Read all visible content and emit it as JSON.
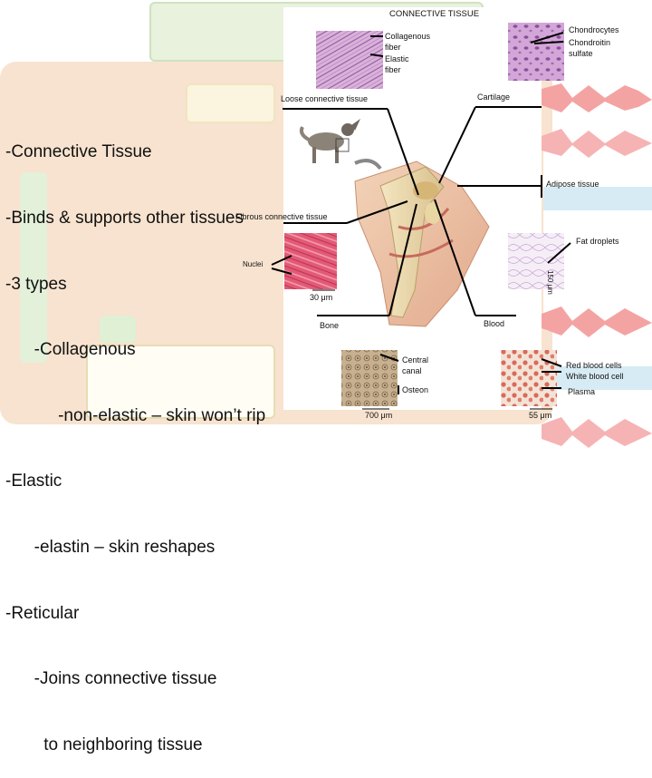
{
  "slide": {
    "bullets": [
      "-Connective Tissue",
      "-Binds & supports other tissues",
      "-3 types",
      "      -Collagenous",
      "           -non-elastic – skin won’t rip",
      "-Elastic",
      "      -elastin – skin reshapes",
      "-Reticular",
      "      -Joins connective tissue",
      "        to neighboring tissue"
    ]
  },
  "figure": {
    "title": "CONNECTIVE TISSUE",
    "loose_label": "Loose connective tissue",
    "collagenous_fiber": "Collagenous fiber",
    "elastic_fiber": "Elastic fiber",
    "cartilage_label": "Cartilage",
    "chondrocytes": "Chondrocytes",
    "chondroitin_sulfate": "Chondroitin sulfate",
    "adipose_label": "Adipose tissue",
    "fat_droplets": "Fat droplets",
    "fibrous_label": "Fibrous connective tissue",
    "nuclei": "Nuclei",
    "scale_fibrous": "30 μm",
    "scale_adipose": "150 μm",
    "bone_label": "Bone",
    "blood_label": "Blood",
    "central_canal": "Central canal",
    "osteon": "Osteon",
    "scale_bone": "700 μm",
    "red_blood_cells": "Red blood cells",
    "white_blood_cell": "White blood cell",
    "plasma": "Plasma",
    "scale_blood": "55 μm"
  },
  "colors": {
    "bg_orange": "#f3d9bf",
    "bg_green": "#dcefd2",
    "bg_yellow": "#fbf5dc",
    "arrow_red": "#f08a8a",
    "arrow_blue": "#c9e3ef"
  }
}
